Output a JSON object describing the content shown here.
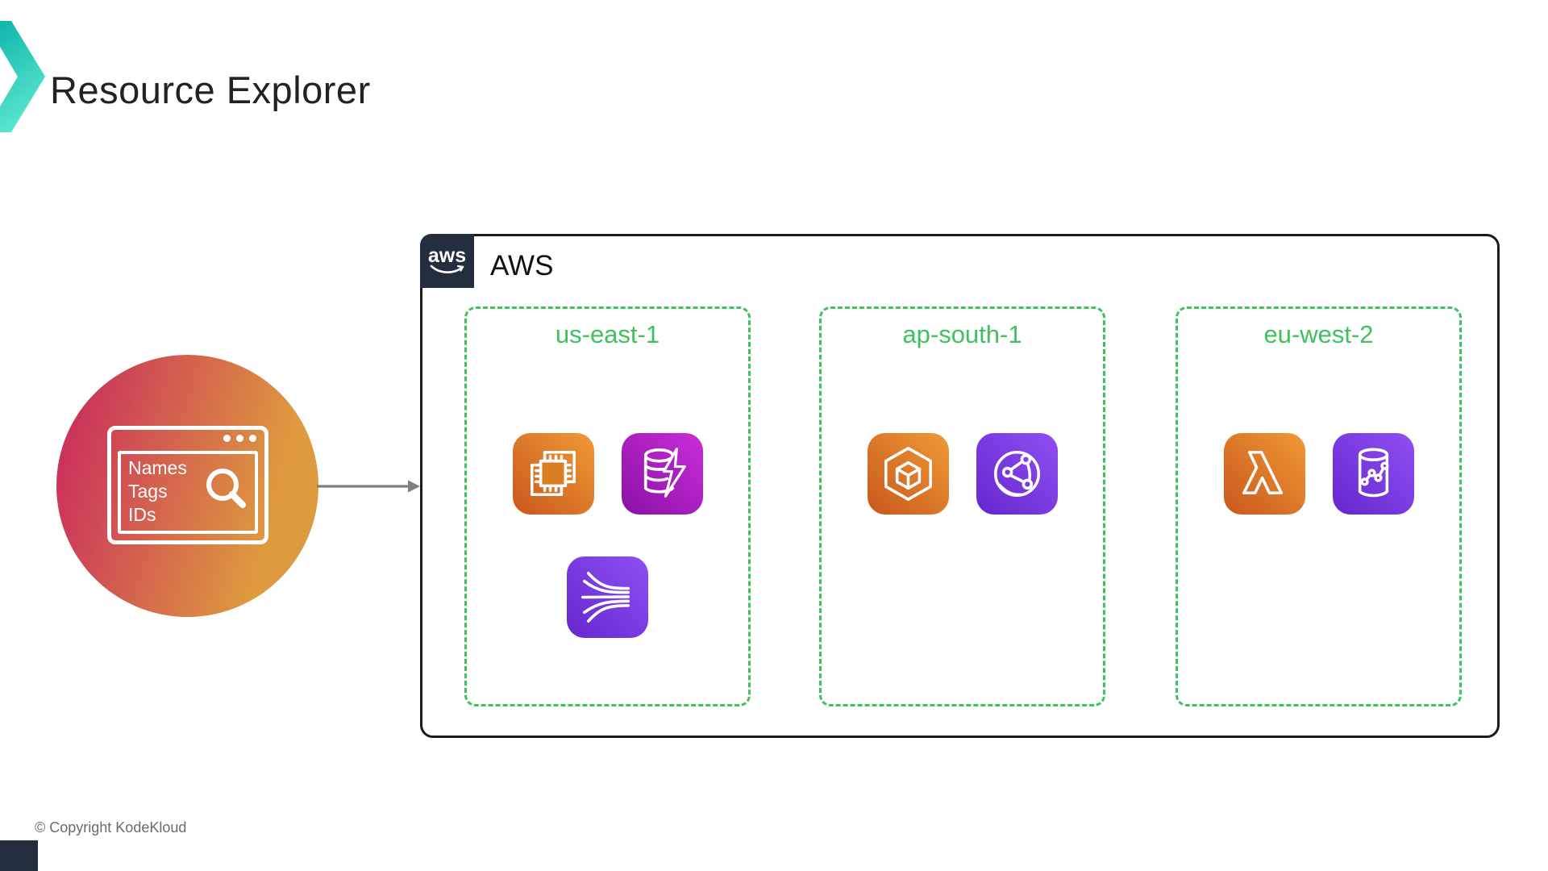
{
  "page": {
    "title": "Resource Explorer",
    "copyright": "© Copyright KodeKloud"
  },
  "query_bubble": {
    "lines": [
      "Names",
      "Tags",
      "IDs"
    ],
    "icon": "magnifier-icon"
  },
  "aws": {
    "badge_text": "aws",
    "label": "AWS",
    "regions": [
      {
        "name": "us-east-1",
        "services": [
          "ec2",
          "elasticache",
          "kinesis"
        ]
      },
      {
        "name": "ap-south-1",
        "services": [
          "ecs",
          "cloudfront"
        ]
      },
      {
        "name": "eu-west-2",
        "services": [
          "lambda",
          "timestream"
        ]
      }
    ]
  },
  "colors": {
    "region_green": "#3EC15E",
    "aws_navy": "#232F3E",
    "arrow_gray": "#7F7F7F",
    "compute_orange_start": "#C8571D",
    "compute_orange_end": "#F09A35",
    "database_magenta_start": "#8A10A5",
    "database_magenta_end": "#C92ED8",
    "violet_start": "#6527CE",
    "violet_end": "#8F4FF2",
    "bubble_pink": "#C92A5E",
    "bubble_orange": "#DE9A3E",
    "logo_teal_start": "#0FB5AB",
    "logo_teal_end": "#5BE7CE"
  }
}
